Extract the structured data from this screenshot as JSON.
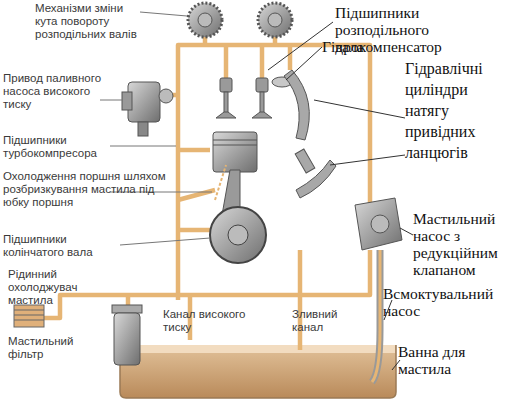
{
  "diagram": {
    "labels": [
      "Механізми зміни кута повороту розподільних валів",
      "Підшипники розподільного вала",
      "Гідрокомпенсатор",
      "Гідравлічні циліндри натягу привідних ланцюгів",
      "Привод паливного насоса високого тиску",
      "Підшипники турбокомпресора",
      "Охолодження поршня шляхом розбризкування мастила під юбку поршня",
      "Підшипники колінчатого вала",
      "Мастильний насос з редукційним клапаном",
      "Рідинний охолоджувач мастила",
      "Всмоктувальний насос",
      "Канал високого тиску",
      "Зливний канал",
      "Мастильний фільтр",
      "Ванна для мастила"
    ]
  }
}
